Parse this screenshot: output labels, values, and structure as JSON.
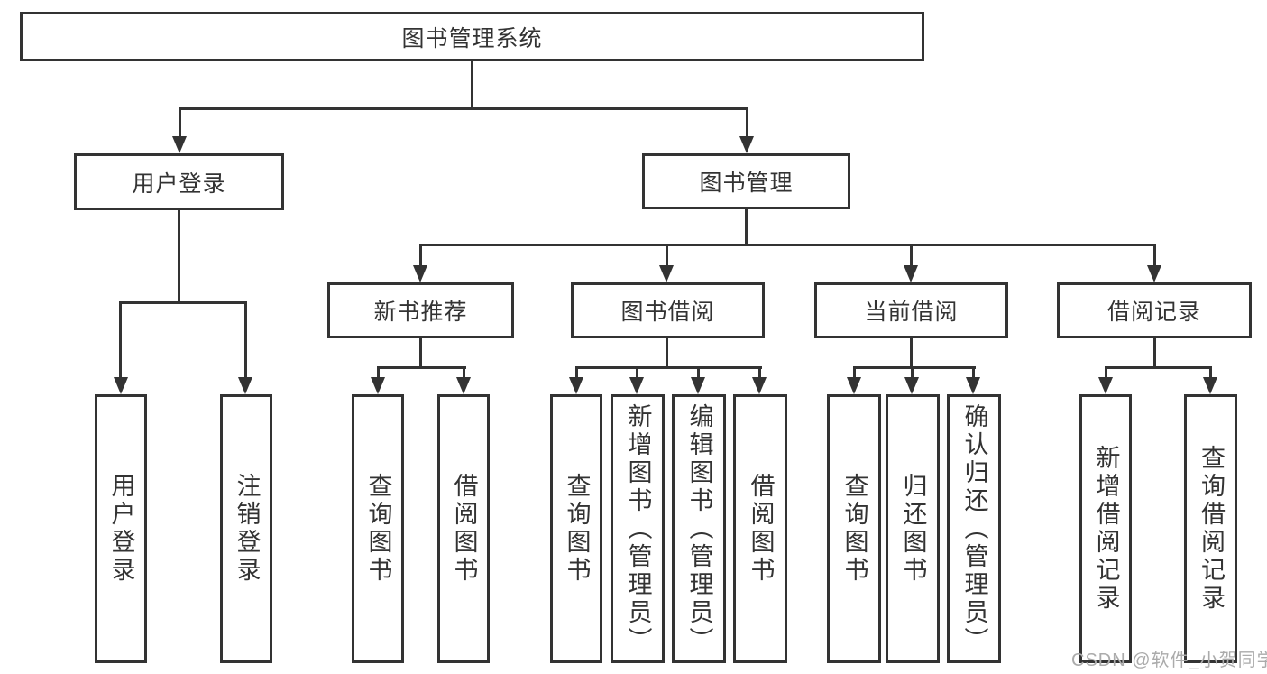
{
  "title": "图书管理系统",
  "watermark": "CSDN @软件_小贺同学",
  "colors": {
    "line": "#333333",
    "box_border": "#333333",
    "text": "#333333",
    "watermark": "#ababab",
    "background": "#ffffff"
  },
  "nodes": {
    "root": {
      "label": "图书管理系统",
      "children": [
        "user_login",
        "book_management"
      ]
    },
    "user_login": {
      "label": "用户登录",
      "children": [
        "login",
        "logout"
      ]
    },
    "book_management": {
      "label": "图书管理",
      "children": [
        "new_book_recommend",
        "book_borrow",
        "current_borrow",
        "borrow_record"
      ]
    },
    "new_book_recommend": {
      "label": "新书推荐",
      "children": [
        "nb_query_books",
        "nb_borrow_books"
      ]
    },
    "book_borrow": {
      "label": "图书借阅",
      "children": [
        "bb_query_books",
        "bb_add_books",
        "bb_edit_books",
        "bb_borrow_books"
      ]
    },
    "current_borrow": {
      "label": "当前借阅",
      "children": [
        "cb_query_books",
        "cb_return_books",
        "cb_confirm_return"
      ]
    },
    "borrow_record": {
      "label": "借阅记录",
      "children": [
        "br_add_record",
        "br_query_record"
      ]
    },
    "login": {
      "label": "用户登录"
    },
    "logout": {
      "label": "注销登录"
    },
    "nb_query_books": {
      "label": "查询图书"
    },
    "nb_borrow_books": {
      "label": "借阅图书"
    },
    "bb_query_books": {
      "label": "查询图书"
    },
    "bb_add_books": {
      "label": "新增图书（管理员）"
    },
    "bb_edit_books": {
      "label": "编辑图书（管理员）"
    },
    "bb_borrow_books": {
      "label": "借阅图书"
    },
    "cb_query_books": {
      "label": "查询图书"
    },
    "cb_return_books": {
      "label": "归还图书"
    },
    "cb_confirm_return": {
      "label": "确认归还（管理员）"
    },
    "br_add_record": {
      "label": "新增借阅记录"
    },
    "br_query_record": {
      "label": "查询借阅记录"
    }
  }
}
